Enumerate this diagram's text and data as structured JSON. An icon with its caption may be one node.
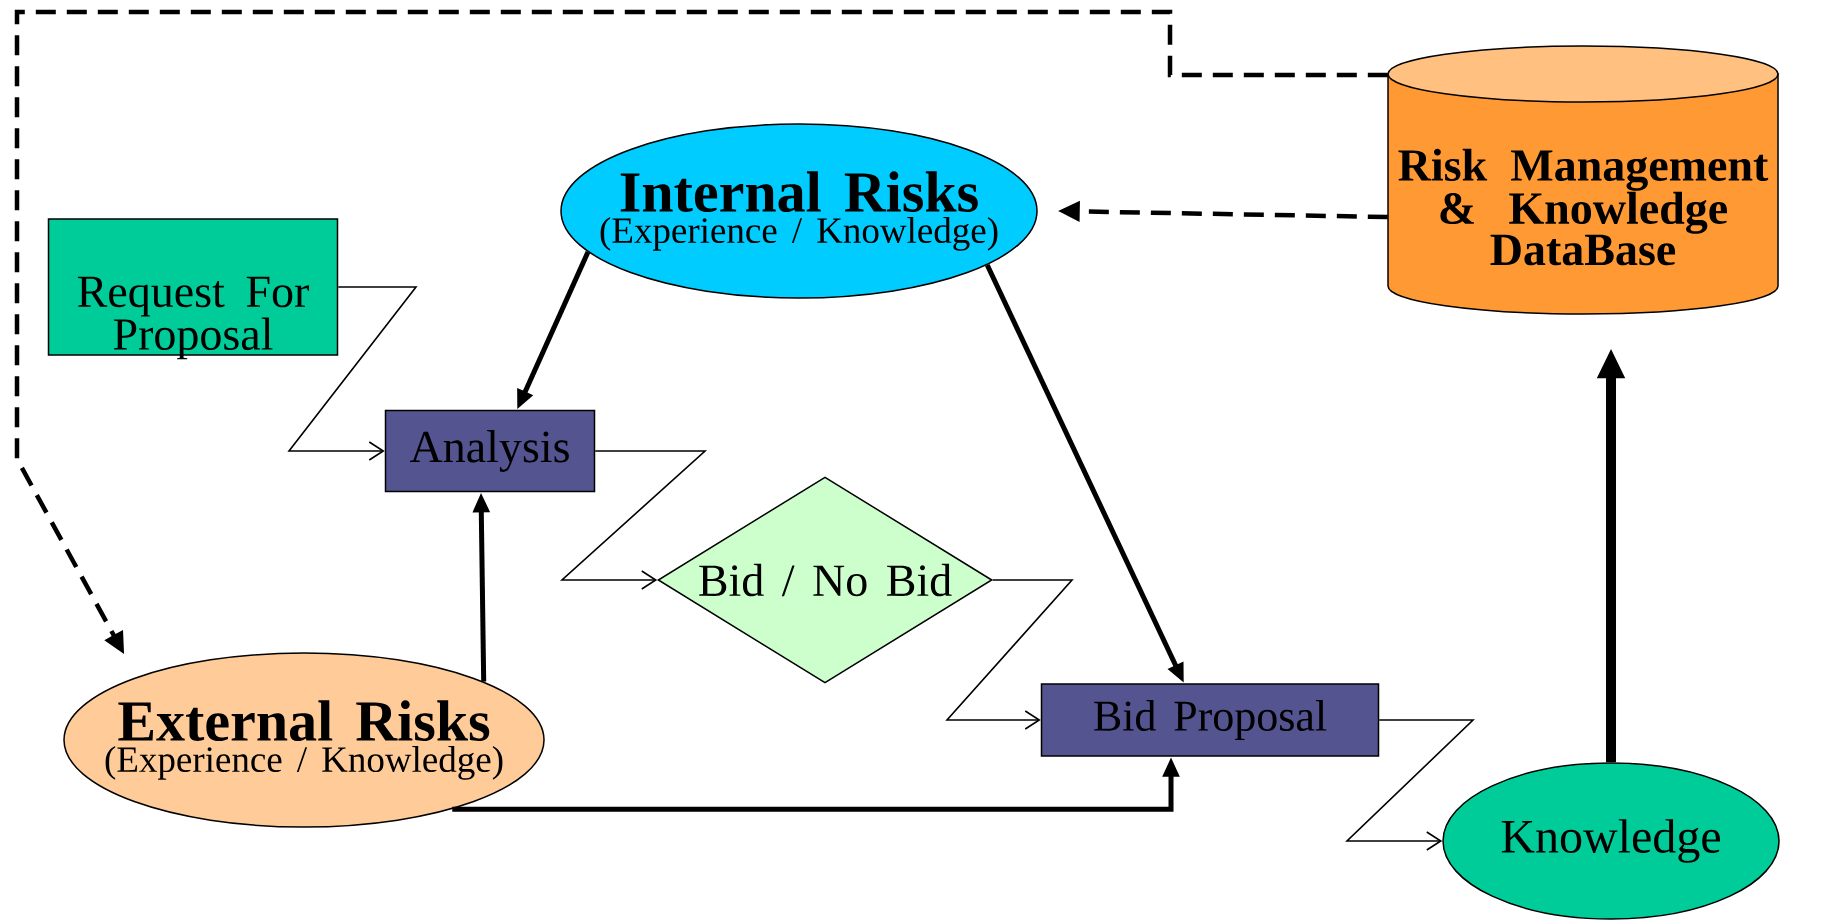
{
  "diagram": {
    "nodes": [
      {
        "text": [
          "Request For Proposal"
        ]
      },
      {
        "text": [
          "Internal Risks",
          "(Experience / Knowledge)"
        ]
      },
      {
        "text": [
          "Risk Management & Knowledge DataBase"
        ]
      },
      {
        "text": [
          "Analysis"
        ]
      },
      {
        "text": [
          "Bid / No Bid"
        ]
      },
      {
        "text": [
          "External Risks",
          "(Experience / Knowledge)"
        ]
      },
      {
        "text": [
          "Bid Proposal"
        ]
      },
      {
        "text": [
          "Knowledge"
        ]
      }
    ],
    "edges": [
      {
        "from": 0,
        "to": 3,
        "arrow": "to"
      },
      {
        "from": 3,
        "to": 4,
        "arrow": "to"
      },
      {
        "from": 4,
        "to": 6,
        "arrow": "to"
      },
      {
        "from": 6,
        "to": 7,
        "arrow": "to"
      },
      {
        "from": 1,
        "to": 3,
        "arrow": "to"
      },
      {
        "from": 1,
        "to": 6,
        "arrow": "to"
      },
      {
        "from": 5,
        "to": 3,
        "arrow": "to"
      },
      {
        "from": 5,
        "to": 6,
        "arrow": "to"
      },
      {
        "from": 7,
        "to": 2,
        "arrow": "to",
        "style": "thick"
      },
      {
        "from": 2,
        "to": 1,
        "arrow": "to",
        "style": "dashed"
      },
      {
        "from": 2,
        "to": 5,
        "arrow": "to",
        "style": "dashed"
      }
    ]
  }
}
